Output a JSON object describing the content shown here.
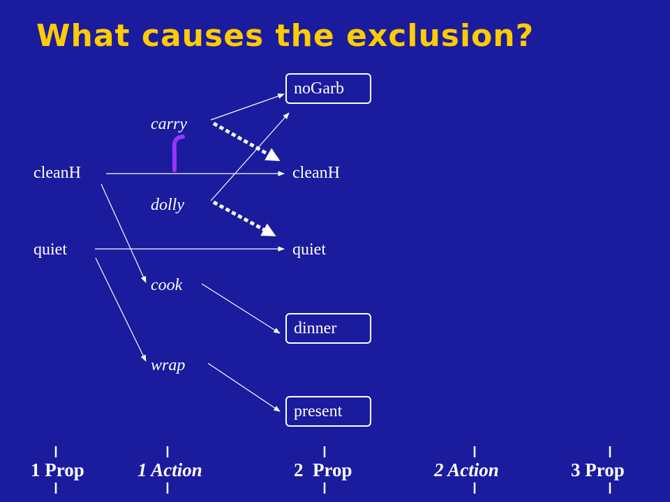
{
  "title": "What causes the exclusion?",
  "layer1_props": [
    "cleanH",
    "quiet"
  ],
  "layer1_actions": [
    "carry",
    "dolly",
    "cook",
    "wrap"
  ],
  "layer2_props": [
    "noGarb",
    "cleanH",
    "quiet",
    "dinner",
    "present"
  ],
  "timeline": [
    "1 Prop",
    "1 Action",
    "2  Prop",
    "2 Action",
    "3 Prop"
  ],
  "colors": {
    "background": "#1b1b9e",
    "title": "#ffcc00",
    "text": "#ffffff",
    "bracket": "#9933ff"
  }
}
